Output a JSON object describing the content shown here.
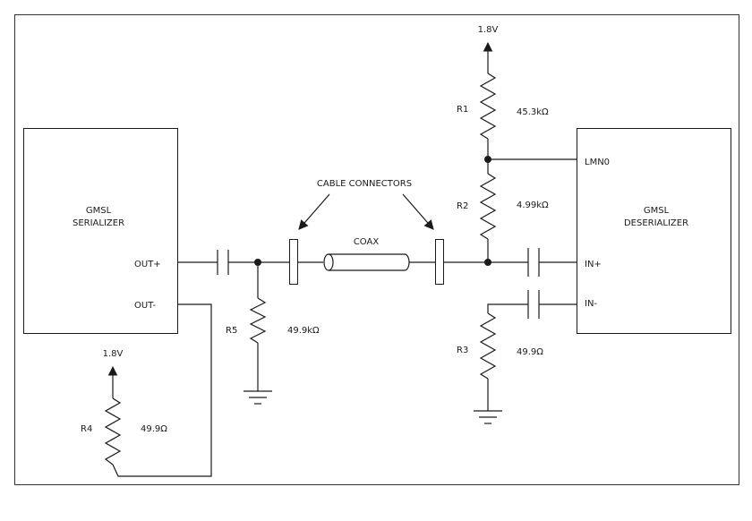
{
  "serializer": {
    "name_line1": "GMSL",
    "name_line2": "SERIALIZER",
    "pin_out_pos": "OUT+",
    "pin_out_neg": "OUT-"
  },
  "deserializer": {
    "name_line1": "GMSL",
    "name_line2": "DESERIALIZER",
    "pin_lmn0": "LMN0",
    "pin_in_pos": "IN+",
    "pin_in_neg": "IN-"
  },
  "cable": {
    "connectors_label": "CABLE CONNECTORS",
    "coax_label": "COAX"
  },
  "supply": {
    "top": "1.8V",
    "left": "1.8V"
  },
  "resistors": {
    "r1": {
      "name": "R1",
      "value": "45.3kΩ"
    },
    "r2": {
      "name": "R2",
      "value": "4.99kΩ"
    },
    "r3": {
      "name": "R3",
      "value": "49.9Ω"
    },
    "r4": {
      "name": "R4",
      "value": "49.9Ω"
    },
    "r5": {
      "name": "R5",
      "value": "49.9kΩ"
    }
  }
}
